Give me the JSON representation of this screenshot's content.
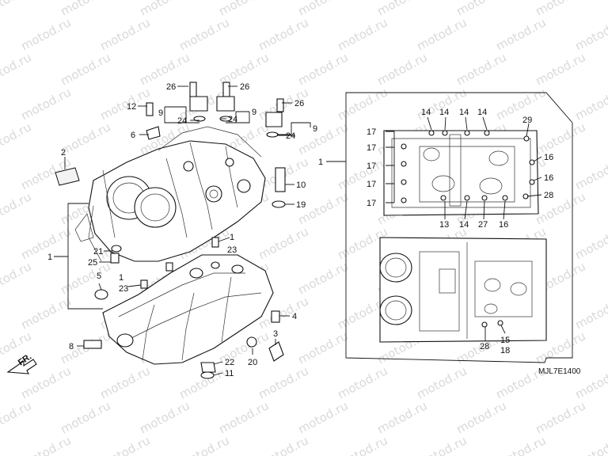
{
  "watermark": {
    "text": "motod.ru"
  },
  "diagram_code": "MJL7E1400",
  "direction_label": "FR.",
  "callouts": [
    "26",
    "26",
    "26",
    "12",
    "9",
    "9",
    "9",
    "24",
    "24",
    "24",
    "6",
    "2",
    "10",
    "19",
    "1",
    "23",
    "21",
    "25",
    "1",
    "5",
    "23",
    "1",
    "4",
    "8",
    "22",
    "11",
    "20",
    "3",
    "1",
    "14",
    "14",
    "14",
    "14",
    "17",
    "17",
    "17",
    "17",
    "17",
    "29",
    "16",
    "16",
    "28",
    "13",
    "14",
    "27",
    "16",
    "28",
    "15",
    "18"
  ]
}
